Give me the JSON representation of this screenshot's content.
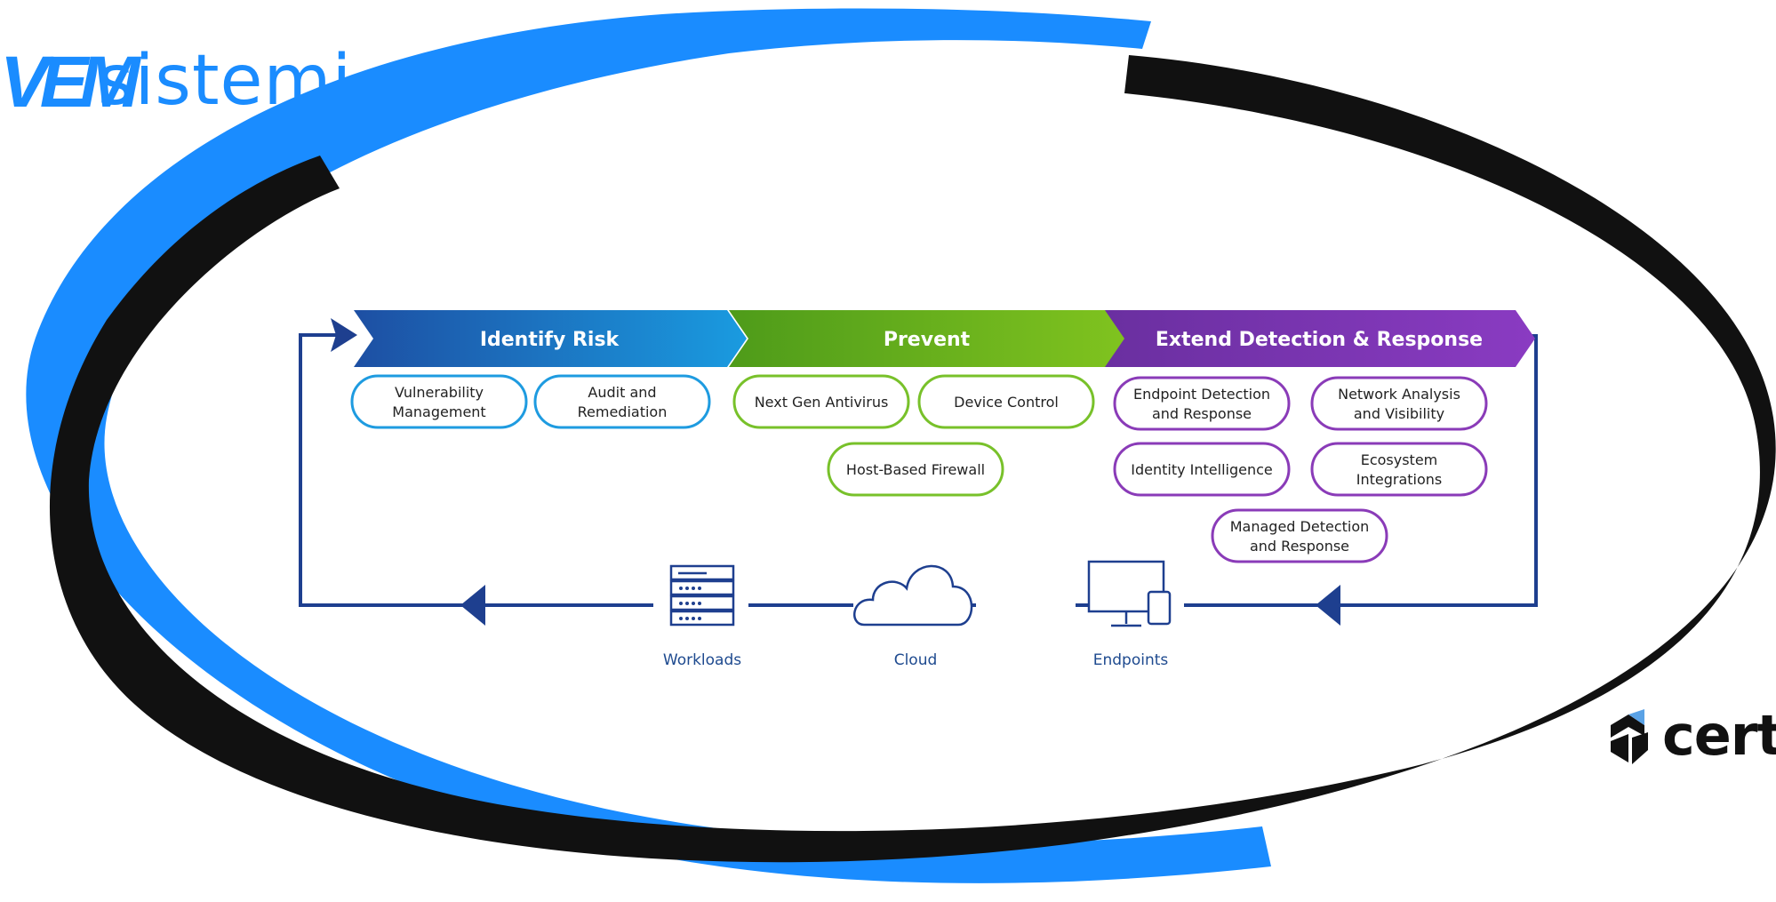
{
  "brand": {
    "left_logo_mark": "VEM",
    "left_logo_word": "sistemi",
    "right_logo_word": "cert",
    "colors": {
      "blue": "#1a8cff",
      "black": "#111111",
      "navy": "#1e3f8f"
    }
  },
  "phases": [
    {
      "title": "Identify Risk",
      "color_start": "#1d4fa3",
      "color_end": "#1a9be0",
      "pill_color": "#1e9be0"
    },
    {
      "title": "Prevent",
      "color_start": "#4e9b1a",
      "color_end": "#80c31f",
      "pill_color": "#78c12a"
    },
    {
      "title": "Extend Detection & Response",
      "color_start": "#6a2fa0",
      "color_end": "#8a3bc2",
      "pill_color": "#8a3bb8"
    }
  ],
  "capabilities": {
    "identify": [
      [
        "Vulnerability",
        "Management"
      ],
      [
        "Audit and",
        "Remediation"
      ]
    ],
    "prevent": [
      [
        "Next Gen Antivirus"
      ],
      [
        "Device Control"
      ],
      [
        "Host-Based Firewall"
      ]
    ],
    "extend": [
      [
        "Endpoint Detection",
        "and Response"
      ],
      [
        "Network Analysis",
        "and Visibility"
      ],
      [
        "Identity Intelligence"
      ],
      [
        "Ecosystem",
        "Integrations"
      ],
      [
        "Managed Detection",
        "and Response"
      ]
    ]
  },
  "assets": [
    {
      "label": "Workloads",
      "icon": "server-icon"
    },
    {
      "label": "Cloud",
      "icon": "cloud-icon"
    },
    {
      "label": "Endpoints",
      "icon": "devices-icon"
    }
  ]
}
